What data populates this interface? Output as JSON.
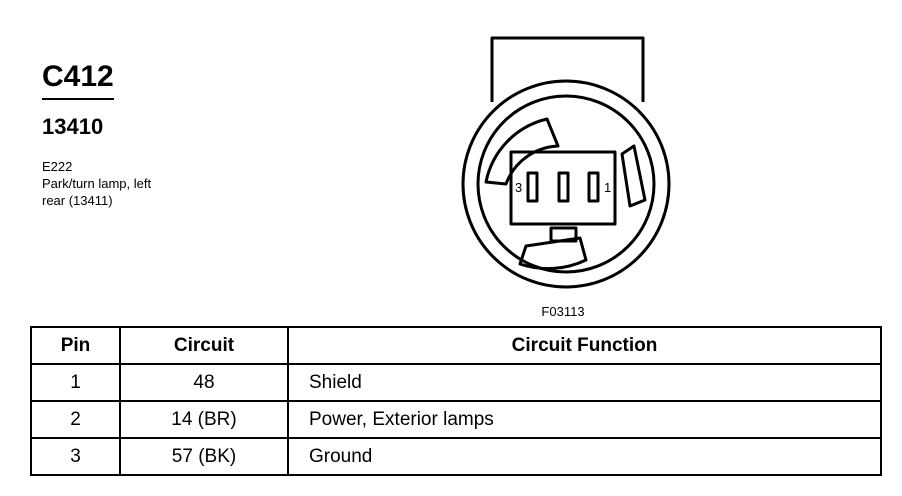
{
  "connector": {
    "id": "C412",
    "part_number": "13410",
    "component_code": "E222",
    "component_desc_line1": "Park/turn lamp, left",
    "component_desc_line2": "rear (13411)"
  },
  "diagram": {
    "figure_code": "F03113",
    "pin_label_left": "3",
    "pin_label_right": "1"
  },
  "table": {
    "headers": [
      "Pin",
      "Circuit",
      "Circuit Function"
    ],
    "rows": [
      {
        "pin": "1",
        "circuit": "48",
        "function": "Shield"
      },
      {
        "pin": "2",
        "circuit": "14 (BR)",
        "function": "Power, Exterior lamps"
      },
      {
        "pin": "3",
        "circuit": "57 (BK)",
        "function": "Ground"
      }
    ]
  }
}
